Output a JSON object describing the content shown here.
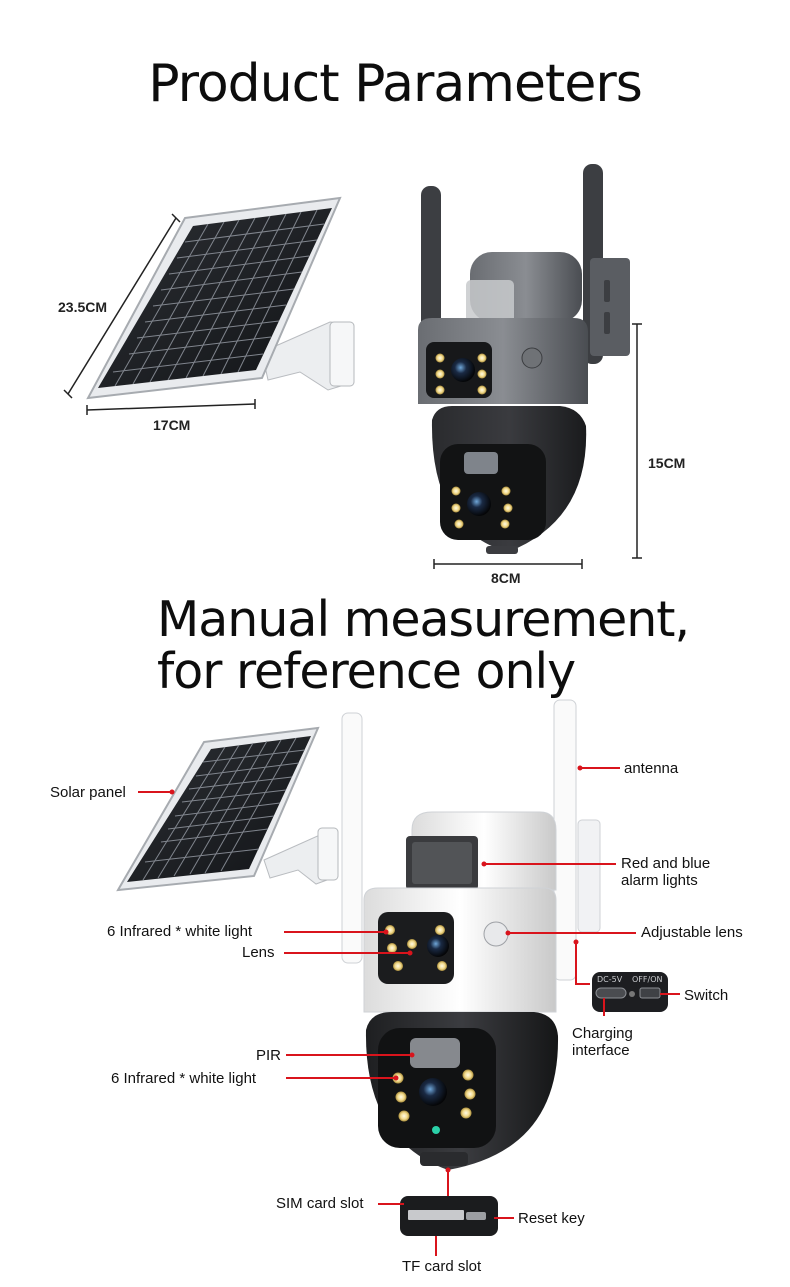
{
  "title": "Product Parameters",
  "dimensions": {
    "panel_height": "23.5CM",
    "panel_width": "17CM",
    "camera_height": "15CM",
    "camera_width": "8CM"
  },
  "note": {
    "line1": "Manual measurement,",
    "line2": "for reference only"
  },
  "callouts": {
    "solar_panel": "Solar panel",
    "antenna": "antenna",
    "alarm_lights_1": "Red and blue",
    "alarm_lights_2": "alarm lights",
    "infrared_top": "6 Infrared * white light",
    "lens": "Lens",
    "adjustable_lens": "Adjustable lens",
    "switch": "Switch",
    "charging_1": "Charging",
    "charging_2": "interface",
    "pir": "PIR",
    "infrared_bottom": "6 Infrared * white light",
    "sim_slot": "SIM card slot",
    "reset_key": "Reset key",
    "tf_slot": "TF card slot"
  },
  "port_panel": {
    "usb_label": "DC-5V",
    "switch_label": "OFF/ON"
  },
  "colors": {
    "callout_line": "#d9141c",
    "camera_dark_top": "#55585c",
    "camera_dark_bottom": "#1d1e20",
    "camera_white_top": "#f2f2f2",
    "camera_white_bottom": "#1a1a1c"
  }
}
